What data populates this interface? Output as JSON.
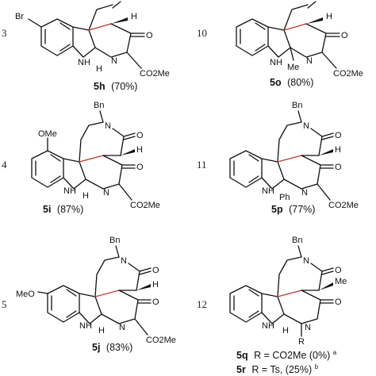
{
  "entries": [
    {
      "num": "3",
      "id": "5h",
      "yield": "(70%)",
      "labels": [
        "Br",
        "O",
        "H",
        "NH",
        "N",
        "H",
        "CO2Me"
      ]
    },
    {
      "num": "10",
      "id": "5o",
      "yield": "(80%)",
      "labels": [
        "O",
        "H",
        "NH",
        "N",
        "Me",
        "CO2Me"
      ]
    },
    {
      "num": "4",
      "id": "5i",
      "yield": "(87%)",
      "labels": [
        "OMe",
        "Bn",
        "N",
        "O",
        "H",
        "O",
        "NH",
        "N",
        "H",
        "CO2Me"
      ]
    },
    {
      "num": "11",
      "id": "5p",
      "yield": "(77%)",
      "labels": [
        "Bn",
        "N",
        "O",
        "H",
        "O",
        "NH",
        "N",
        "Ph",
        "CO2Me"
      ]
    },
    {
      "num": "5",
      "id": "5j",
      "yield": "(83%)",
      "labels": [
        "MeO",
        "Bn",
        "N",
        "O",
        "H",
        "O",
        "NH",
        "N",
        "H",
        "CO2Me"
      ]
    },
    {
      "num": "12",
      "id": "5q",
      "labels": [
        "Bn",
        "N",
        "O",
        "Me",
        "O",
        "NH",
        "N",
        "H",
        "R"
      ]
    }
  ],
  "entry12_captions": [
    {
      "id": "5q",
      "text": "R = CO2Me  (0%)",
      "sup": "a"
    },
    {
      "id": "5r",
      "text": "R =   Ts, (25%)",
      "sup": "b"
    }
  ]
}
